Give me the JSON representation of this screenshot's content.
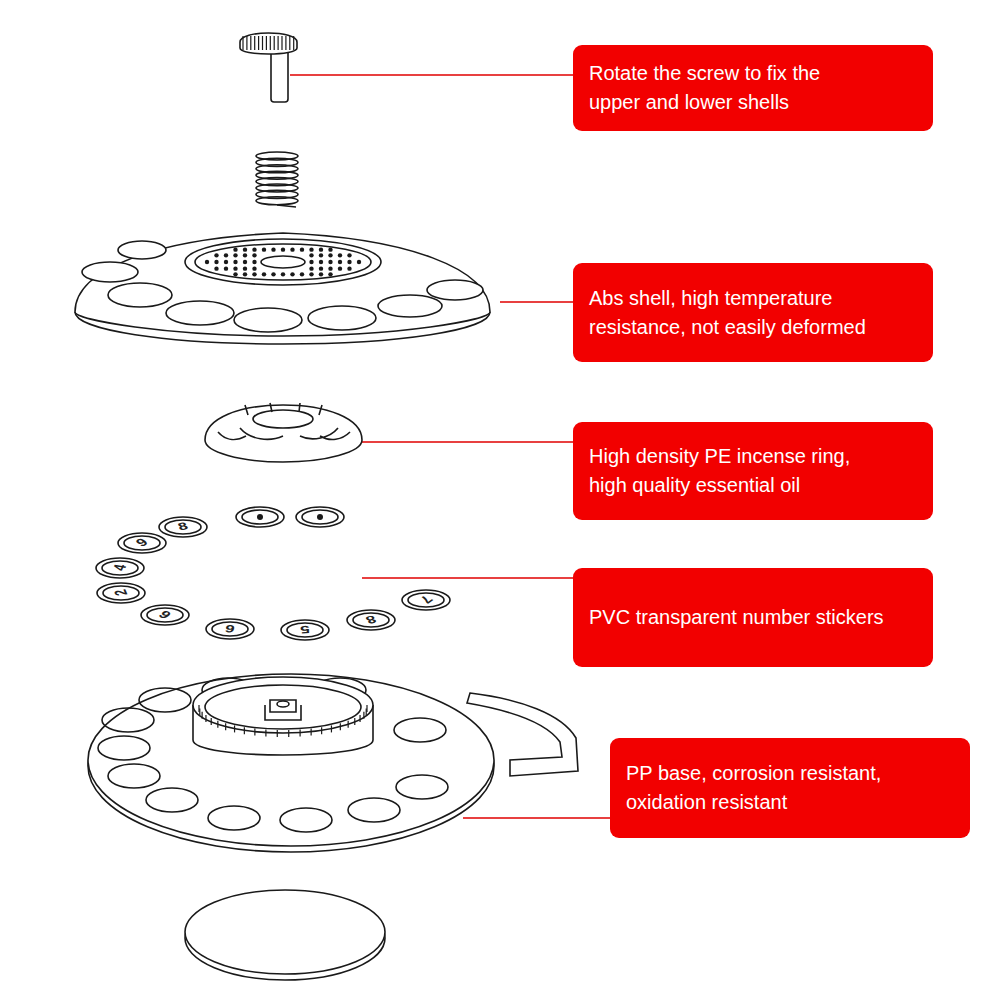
{
  "diagram": {
    "nodes": [
      {
        "text": [
          "Rotate the screw to fix the upper and lower shells"
        ]
      },
      {
        "text": [
          "Abs shell, high temperature resistance, not easily deformed"
        ]
      },
      {
        "text": [
          "High density PE incense ring, high quality essential oil"
        ]
      },
      {
        "text": [
          "PVC transparent number stickers"
        ]
      },
      {
        "text": [
          "PP base, corrosion resistant, oxidation resistant"
        ]
      }
    ],
    "labels": [
      "8",
      "9",
      "4",
      "2",
      "6",
      "6",
      "5",
      "8",
      "7"
    ]
  }
}
